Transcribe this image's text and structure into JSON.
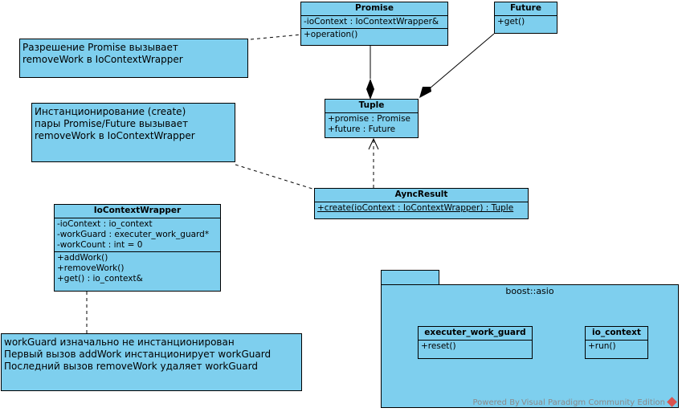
{
  "classes": {
    "promise": {
      "name": "Promise",
      "attributes": [
        "-ioContext : IoContextWrapper&"
      ],
      "operations": [
        "+operation()"
      ]
    },
    "future": {
      "name": "Future",
      "operations": [
        "+get()"
      ]
    },
    "tuple": {
      "name": "Tuple",
      "attributes": [
        "+promise : Promise",
        "+future : Future"
      ]
    },
    "ayncresult": {
      "name": "AyncResult",
      "operations": [
        "+create(ioContext : IoContextWrapper) : Tuple"
      ]
    },
    "iocontextwrapper": {
      "name": "IoContextWrapper",
      "attributes": [
        "-ioContext : io_context",
        "-workGuard : executer_work_guard*",
        "-workCount : int = 0"
      ],
      "operations": [
        "+addWork()",
        "+removeWork()",
        "+get() : io_context&"
      ]
    },
    "executer_work_guard": {
      "name": "executer_work_guard",
      "operations": [
        "+reset()"
      ]
    },
    "io_context": {
      "name": "io_context",
      "operations": [
        "+run()"
      ]
    }
  },
  "notes": {
    "promise_note": [
      "Разрешение Promise вызывает",
      "removeWork в IoContextWrapper"
    ],
    "create_note": [
      "Инстанционирование (create)",
      "пары Promise/Future вызывает",
      "removeWork в IoContextWrapper"
    ],
    "workguard_note": [
      "workGuard изначально не инстанционирован",
      "Первый вызов addWork инстанционирует workGuard",
      "Последний вызов removeWork удаляет workGuard"
    ]
  },
  "package": {
    "name": "boost::asio"
  },
  "watermark": "Powered By Visual Paradigm Community Edition",
  "colors": {
    "fill": "#7ecfee",
    "stroke": "#000000",
    "watermark": "#8a8a8a"
  }
}
